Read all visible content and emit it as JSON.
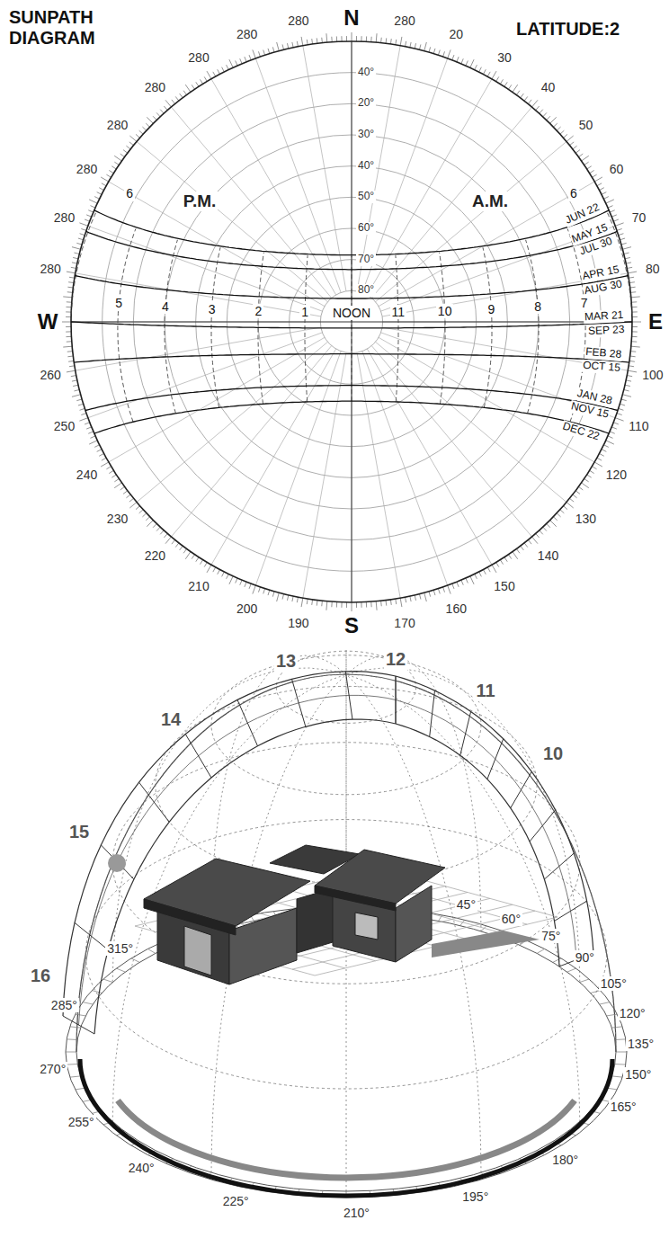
{
  "diagram": {
    "title": "SUNPATH DIAGRAM",
    "labels": [
      "LATITUDE:2",
      "N",
      "E",
      "S",
      "W",
      "P.M.",
      "A.M.",
      "280",
      "20",
      "30",
      "40",
      "50",
      "60",
      "70",
      "80",
      "100",
      "110",
      "120",
      "130",
      "140",
      "150",
      "160",
      "170",
      "190",
      "200",
      "210",
      "220",
      "230",
      "240",
      "250",
      "260",
      "280",
      "280",
      "280",
      "280",
      "280",
      "280",
      "280",
      "280",
      "40°",
      "20°",
      "30°",
      "40°",
      "50°",
      "60°",
      "70°",
      "80°",
      "6",
      "5",
      "4",
      "3",
      "2",
      "1",
      "NOON",
      "11",
      "10",
      "9",
      "8",
      "7",
      "6",
      "JUN 22",
      "MAY 15",
      "JUL 30",
      "APR 15",
      "AUG 30",
      "MAR 21",
      "SEP 23",
      "FEB 28",
      "OCT 15",
      "JAN 28",
      "NOV 15",
      "DEC 22",
      "12",
      "11",
      "10",
      "13",
      "14",
      "15",
      "16",
      "45°",
      "60°",
      "75°",
      "90°",
      "105°",
      "120°",
      "135°",
      "150°",
      "165°",
      "180°",
      "195°",
      "210°",
      "225°",
      "240°",
      "255°",
      "270°",
      "285°",
      "315°"
    ]
  }
}
